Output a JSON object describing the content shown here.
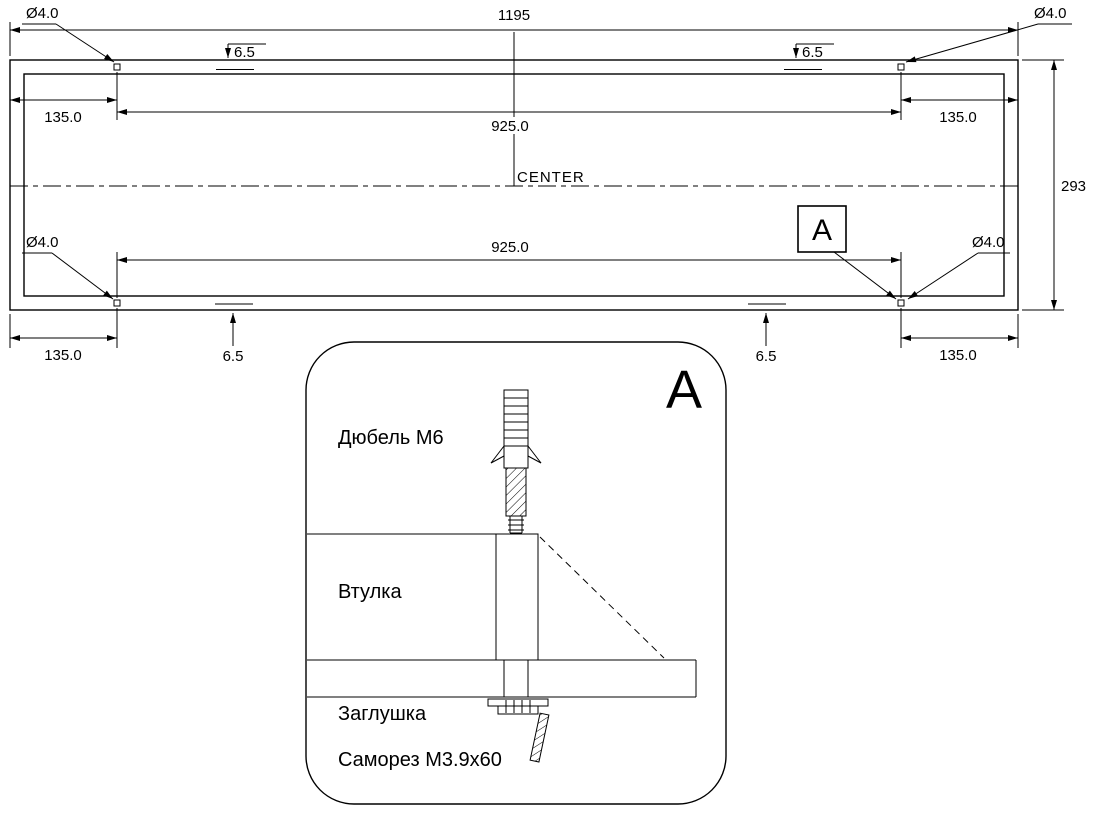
{
  "colors": {
    "ink": "#000000",
    "background": "#ffffff"
  },
  "drawing": {
    "dims": {
      "overall_width": "1195",
      "overall_height": "293",
      "hole_pitch": "925.0",
      "edge_offset": "135.0",
      "hole_edge_gap": "6.5",
      "hole_dia": "Ø4.0"
    },
    "labels": {
      "centerline": "CENTER",
      "detail_ref": "A"
    },
    "detail": {
      "title": "A",
      "parts": {
        "dowel": "Дюбель M6",
        "sleeve": "Втулка",
        "plug": "Заглушка",
        "screw": "Саморез M3.9x60"
      }
    }
  }
}
